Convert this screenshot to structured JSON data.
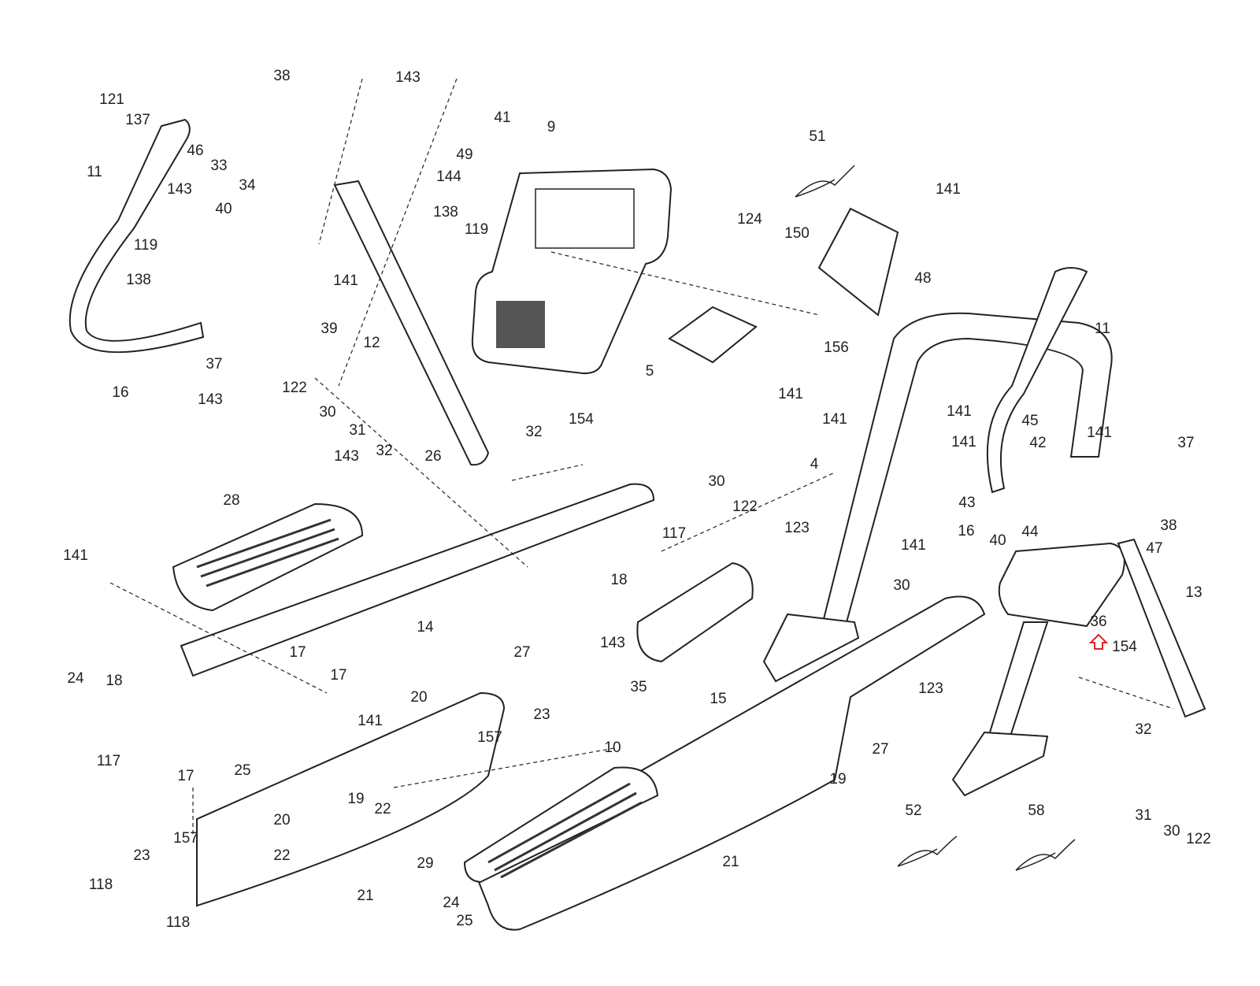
{
  "diagram": {
    "part_labels": [
      "121",
      "137",
      "46",
      "33",
      "34",
      "38",
      "143",
      "41",
      "49",
      "144",
      "9",
      "51",
      "11",
      "143",
      "40",
      "138",
      "119",
      "124",
      "150",
      "141",
      "48",
      "119",
      "141",
      "39",
      "138",
      "12",
      "156",
      "11",
      "37",
      "5",
      "16",
      "143",
      "122",
      "141",
      "141",
      "141",
      "30",
      "31",
      "32",
      "32",
      "154",
      "45",
      "141",
      "141",
      "37",
      "42",
      "4",
      "143",
      "26",
      "30",
      "122",
      "28",
      "43",
      "123",
      "16",
      "40",
      "44",
      "38",
      "117",
      "141",
      "47",
      "141",
      "18",
      "30",
      "13",
      "14",
      "143",
      "36",
      "154",
      "27",
      "17",
      "17",
      "24",
      "18",
      "35",
      "123",
      "15",
      "20",
      "141",
      "23",
      "32",
      "157",
      "10",
      "27",
      "117",
      "25",
      "19",
      "17",
      "22",
      "19",
      "52",
      "58",
      "31",
      "30",
      "122",
      "20",
      "157",
      "22",
      "23",
      "29",
      "21",
      "118",
      "21",
      "24",
      "25",
      "118"
    ],
    "highlight_marker": {
      "part": "36",
      "color": "#d9262b",
      "icon": "up-arrow-outline-icon"
    }
  }
}
